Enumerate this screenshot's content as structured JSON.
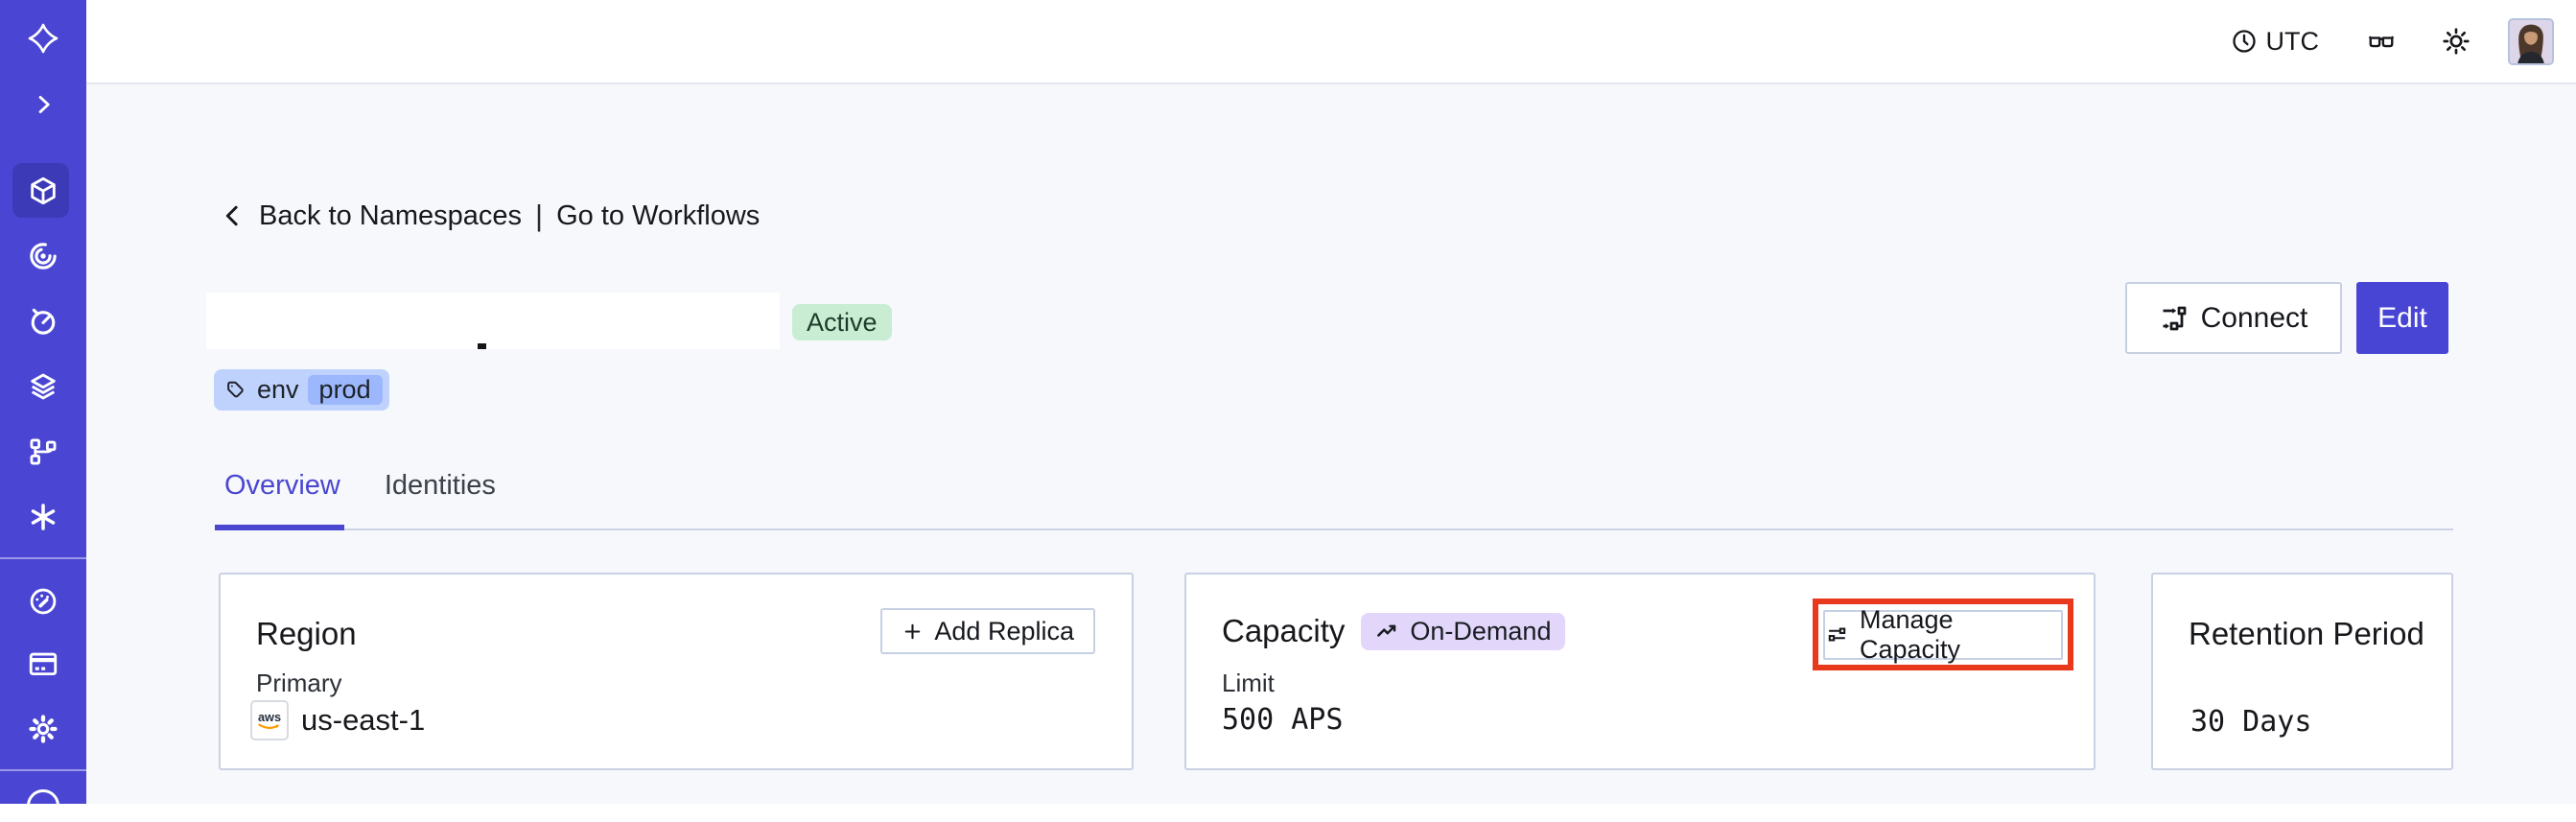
{
  "topbar": {
    "timezone": "UTC"
  },
  "breadcrumb": {
    "back_label": "Back to Namespaces",
    "separator": "|",
    "go_label": "Go to Workflows"
  },
  "namespace": {
    "status": "Active",
    "tag_key": "env",
    "tag_value": "prod"
  },
  "actions": {
    "connect": "Connect",
    "edit": "Edit"
  },
  "tabs": [
    {
      "label": "Overview",
      "active": true
    },
    {
      "label": "Identities",
      "active": false
    }
  ],
  "cards": {
    "region": {
      "title": "Region",
      "add_replica_label": "Add Replica",
      "primary_label": "Primary",
      "provider_label": "aws",
      "value": "us-east-1"
    },
    "capacity": {
      "title": "Capacity",
      "badge": "On-Demand",
      "manage_label": "Manage Capacity",
      "limit_label": "Limit",
      "limit_value": "500 APS"
    },
    "retention": {
      "title": "Retention Period",
      "value": "30 Days"
    }
  },
  "sidebar": {
    "icons": [
      "temporal-logo",
      "expand-chevron",
      "namespaces-cube",
      "activity-spiral",
      "schedules-timer",
      "deployments-layers",
      "batch-branch",
      "nexus-asterisk",
      "usage-gauge",
      "billing-card",
      "settings-gear",
      "support-circle"
    ]
  },
  "colors": {
    "sidebar_bg": "#4a46d3",
    "sidebar_active_bg": "#3d3ab8",
    "accent_indigo": "#4845d4",
    "tab_active": "#4a47d0",
    "status_active_bg": "#c9edd2",
    "tag_bg": "#bfd2fd",
    "tag_inner_bg": "#9cb7fb",
    "ondemand_bg": "#e2d7fa",
    "annotation_red": "#e8391c",
    "content_bg": "#f6f8fb",
    "card_border": "#c9d1e2",
    "aws_orange": "#ff9900"
  }
}
